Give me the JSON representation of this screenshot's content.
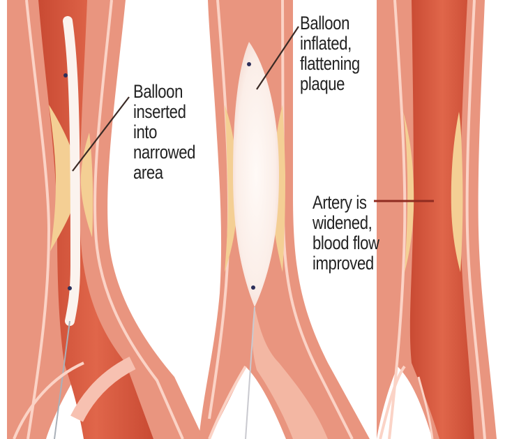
{
  "diagram": {
    "stages": [
      {
        "name": "balloon-inserted",
        "caption_lines": [
          "Balloon",
          "inserted",
          "into",
          "narrowed",
          "area"
        ]
      },
      {
        "name": "balloon-inflated",
        "caption_lines": [
          "Balloon",
          "inflated,",
          "flattening",
          "plaque"
        ]
      },
      {
        "name": "artery-widened",
        "caption_lines": [
          "Artery is",
          "widened,",
          "blood flow",
          "improved"
        ]
      }
    ]
  },
  "colors": {
    "vessel_wall": "#e9957f",
    "wall_highlight": "#fbd3c6",
    "inner_lining": "#f0a48d",
    "blood": "#d95b3f",
    "blood_dark": "#c94a33",
    "plaque": "#f4cf94",
    "balloon": "#fdf6f2",
    "leader_line": "#3a2a25",
    "artery_leader": "#8f2b20"
  }
}
